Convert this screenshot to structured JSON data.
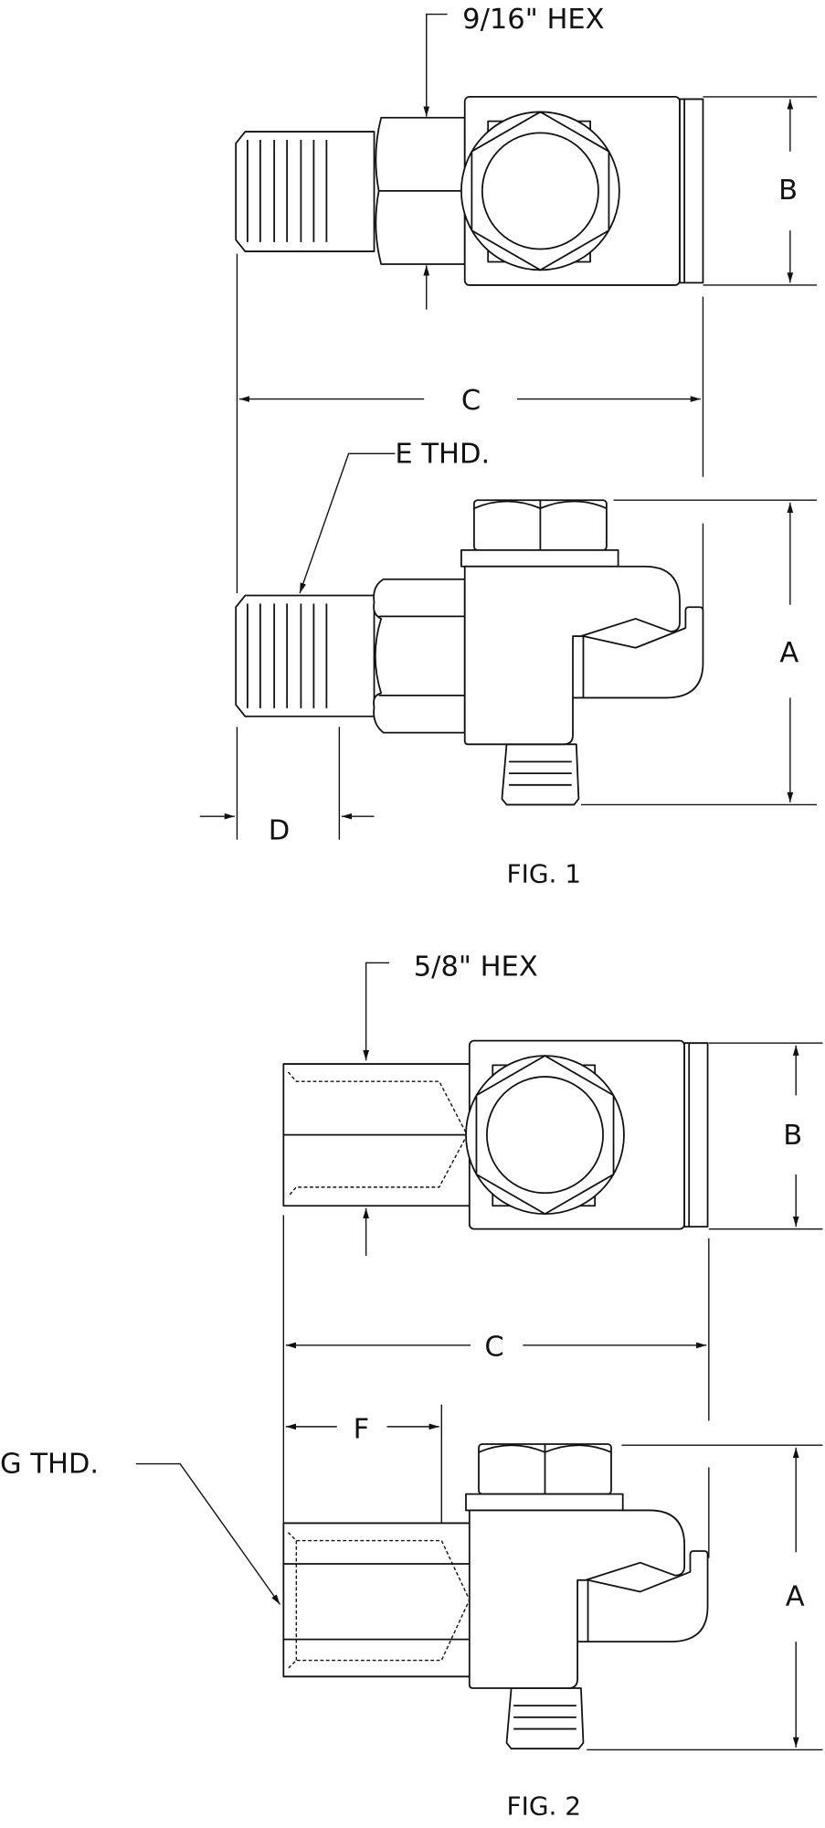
{
  "figure1": {
    "caption": "FIG. 1",
    "hex_callout": "9/16\" HEX",
    "thread_callout": "E THD.",
    "dimensions": {
      "a": "A",
      "b": "B",
      "c": "C",
      "d": "D"
    }
  },
  "figure2": {
    "caption": "FIG. 2",
    "hex_callout": "5/8\" HEX",
    "thread_callout": "G THD.",
    "dimensions": {
      "a": "A",
      "b": "B",
      "c": "C",
      "f": "F"
    }
  },
  "colors": {
    "line": "#111111",
    "background": "#ffffff"
  }
}
